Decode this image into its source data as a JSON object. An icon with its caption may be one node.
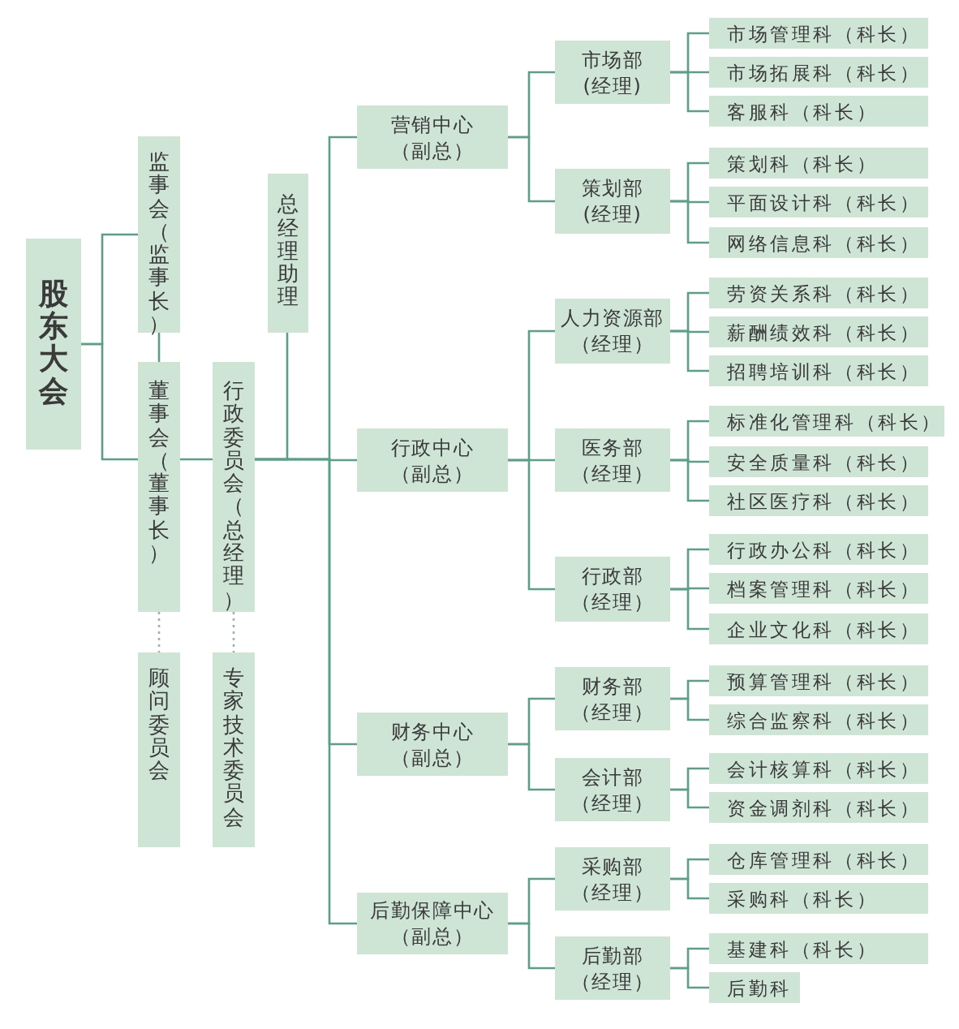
{
  "diagram": {
    "nodes": [
      {
        "text": [
          "股东大会"
        ]
      },
      {
        "text": [
          "监事会（监事长）"
        ]
      },
      {
        "text": [
          "董事会（董事长）"
        ]
      },
      {
        "text": [
          "顾问委员会"
        ]
      },
      {
        "text": [
          "总经理助理"
        ]
      },
      {
        "text": [
          "行政委员会（总经理）"
        ]
      },
      {
        "text": [
          "专家技术委员会"
        ]
      },
      {
        "text": [
          "营销中心",
          "（副总）"
        ]
      },
      {
        "text": [
          "市场部",
          "(经理)"
        ]
      },
      {
        "text": [
          "市场管理科（科长）"
        ]
      },
      {
        "text": [
          "市场拓展科（科长）"
        ]
      },
      {
        "text": [
          "客服科（科长）"
        ]
      },
      {
        "text": [
          "策划部",
          "(经理)"
        ]
      },
      {
        "text": [
          "策划科（科长）"
        ]
      },
      {
        "text": [
          "平面设计科（科长）"
        ]
      },
      {
        "text": [
          "网络信息科（科长）"
        ]
      },
      {
        "text": [
          "行政中心",
          "（副总）"
        ]
      },
      {
        "text": [
          "人力资源部",
          "（经理）"
        ]
      },
      {
        "text": [
          "劳资关系科（科长）"
        ]
      },
      {
        "text": [
          "薪酬绩效科（科长）"
        ]
      },
      {
        "text": [
          "招聘培训科（科长）"
        ]
      },
      {
        "text": [
          "医务部",
          "（经理）"
        ]
      },
      {
        "text": [
          "标准化管理科（科长）"
        ]
      },
      {
        "text": [
          "安全质量科（科长）"
        ]
      },
      {
        "text": [
          "社区医疗科（科长）"
        ]
      },
      {
        "text": [
          "行政部",
          "（经理）"
        ]
      },
      {
        "text": [
          "行政办公科（科长）"
        ]
      },
      {
        "text": [
          "档案管理科（科长）"
        ]
      },
      {
        "text": [
          "企业文化科（科长）"
        ]
      },
      {
        "text": [
          "财务中心",
          "（副总）"
        ]
      },
      {
        "text": [
          "财务部",
          "（经理）"
        ]
      },
      {
        "text": [
          "预算管理科（科长）"
        ]
      },
      {
        "text": [
          "综合监察科（科长）"
        ]
      },
      {
        "text": [
          "会计部",
          "（经理）"
        ]
      },
      {
        "text": [
          "会计核算科（科长）"
        ]
      },
      {
        "text": [
          "资金调剂科（科长）"
        ]
      },
      {
        "text": [
          "后勤保障中心",
          "（副总）"
        ]
      },
      {
        "text": [
          "采购部",
          "（经理）"
        ]
      },
      {
        "text": [
          "仓库管理科（科长）"
        ]
      },
      {
        "text": [
          "采购科（科长）"
        ]
      },
      {
        "text": [
          "后勤部",
          "（经理）"
        ]
      },
      {
        "text": [
          "基建科（科长）"
        ]
      },
      {
        "text": [
          "后勤科"
        ]
      }
    ],
    "edges": [
      {
        "from": 0,
        "to": 1,
        "arrow": "none"
      },
      {
        "from": 0,
        "to": 2,
        "arrow": "none"
      },
      {
        "from": 1,
        "to": 2,
        "arrow": "none"
      },
      {
        "from": 2,
        "to": 5,
        "arrow": "none"
      },
      {
        "from": 2,
        "to": 3,
        "arrow": "none",
        "style": "dashed"
      },
      {
        "from": 5,
        "to": 6,
        "arrow": "none",
        "style": "dashed"
      },
      {
        "from": 5,
        "to": 4,
        "arrow": "none"
      },
      {
        "from": 5,
        "to": 7,
        "arrow": "none"
      },
      {
        "from": 5,
        "to": 16,
        "arrow": "none"
      },
      {
        "from": 5,
        "to": 29,
        "arrow": "none"
      },
      {
        "from": 5,
        "to": 36,
        "arrow": "none"
      },
      {
        "from": 7,
        "to": 8,
        "arrow": "none"
      },
      {
        "from": 7,
        "to": 12,
        "arrow": "none"
      },
      {
        "from": 8,
        "to": 9,
        "arrow": "none"
      },
      {
        "from": 8,
        "to": 10,
        "arrow": "none"
      },
      {
        "from": 8,
        "to": 11,
        "arrow": "none"
      },
      {
        "from": 12,
        "to": 13,
        "arrow": "none"
      },
      {
        "from": 12,
        "to": 14,
        "arrow": "none"
      },
      {
        "from": 12,
        "to": 15,
        "arrow": "none"
      },
      {
        "from": 16,
        "to": 17,
        "arrow": "none"
      },
      {
        "from": 16,
        "to": 21,
        "arrow": "none"
      },
      {
        "from": 16,
        "to": 25,
        "arrow": "none"
      },
      {
        "from": 17,
        "to": 18,
        "arrow": "none"
      },
      {
        "from": 17,
        "to": 19,
        "arrow": "none"
      },
      {
        "from": 17,
        "to": 20,
        "arrow": "none"
      },
      {
        "from": 21,
        "to": 22,
        "arrow": "none"
      },
      {
        "from": 21,
        "to": 23,
        "arrow": "none"
      },
      {
        "from": 21,
        "to": 24,
        "arrow": "none"
      },
      {
        "from": 25,
        "to": 26,
        "arrow": "none"
      },
      {
        "from": 25,
        "to": 27,
        "arrow": "none"
      },
      {
        "from": 25,
        "to": 28,
        "arrow": "none"
      },
      {
        "from": 29,
        "to": 30,
        "arrow": "none"
      },
      {
        "from": 29,
        "to": 33,
        "arrow": "none"
      },
      {
        "from": 30,
        "to": 31,
        "arrow": "none"
      },
      {
        "from": 30,
        "to": 32,
        "arrow": "none"
      },
      {
        "from": 33,
        "to": 34,
        "arrow": "none"
      },
      {
        "from": 33,
        "to": 35,
        "arrow": "none"
      },
      {
        "from": 36,
        "to": 37,
        "arrow": "none"
      },
      {
        "from": 36,
        "to": 40,
        "arrow": "none"
      },
      {
        "from": 37,
        "to": 38,
        "arrow": "none"
      },
      {
        "from": 37,
        "to": 39,
        "arrow": "none"
      },
      {
        "from": 40,
        "to": 41,
        "arrow": "none"
      },
      {
        "from": 40,
        "to": 42,
        "arrow": "none"
      }
    ]
  }
}
